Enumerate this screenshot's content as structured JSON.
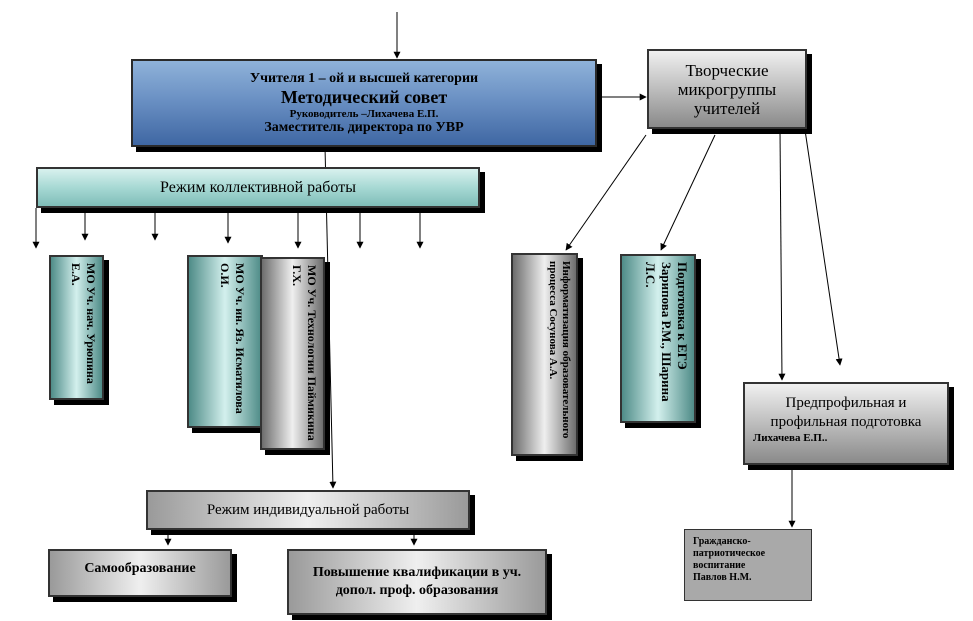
{
  "council": {
    "line1": "Учителя  1 – ой и высшей категории",
    "title": "Методический совет",
    "head": "Руководитель –Лихачева Е.П.",
    "deputy": "Заместитель директора по УВР"
  },
  "creative": {
    "text": "Творческие микрогруппы учителей"
  },
  "collective": {
    "label": "Режим коллективной работы"
  },
  "mo_primary": {
    "text": "МО Уч. нач. Урюпина Е.А."
  },
  "mo_foreign": {
    "text": "МО Уч. ин. Яз. Исматилова О.И."
  },
  "mo_technology": {
    "text": "МО Уч. Технологии Паймикина Г.Х."
  },
  "informatization": {
    "text": "Информатизация образовательного процесса Сосунова А.А."
  },
  "exam_prep": {
    "text": "Подготовка к ЕГЭ Зарипова Р.М., Шарина Л.С."
  },
  "profile_prep": {
    "title": "Предпрофильная и профильная подготовка",
    "name": "Лихачева Е.П.."
  },
  "civic": {
    "title": "Гражданско-патриотическое воспитание",
    "name": "Павлов Н.М."
  },
  "individual": {
    "label": "Режим индивидуальной работы"
  },
  "self_education": {
    "label": "Самообразование"
  },
  "qualification": {
    "label": "Повышение квалификации в уч. допол. проф. образования"
  }
}
